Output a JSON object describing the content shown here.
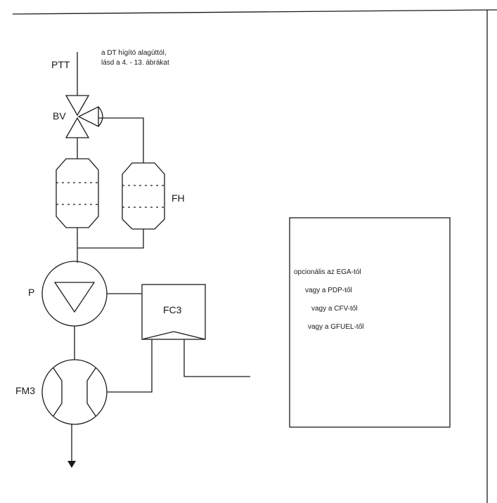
{
  "labels": {
    "ptt": "PTT",
    "bv": "BV",
    "fh": "FH",
    "p": "P",
    "fc3": "FC3",
    "fm3": "FM3"
  },
  "annotation": {
    "line1": "a DT hígító alagúttól,",
    "line2": "lásd a 4. - 13. ábrákat"
  },
  "optional_box": {
    "lines": [
      "opcionális az EGA-tól",
      "vagy a PDP-től",
      "vagy a CFV-től",
      "vagy a GFUEL-től"
    ]
  },
  "colors": {
    "ink": "#1a1a1a",
    "paper": "#ffffff"
  }
}
